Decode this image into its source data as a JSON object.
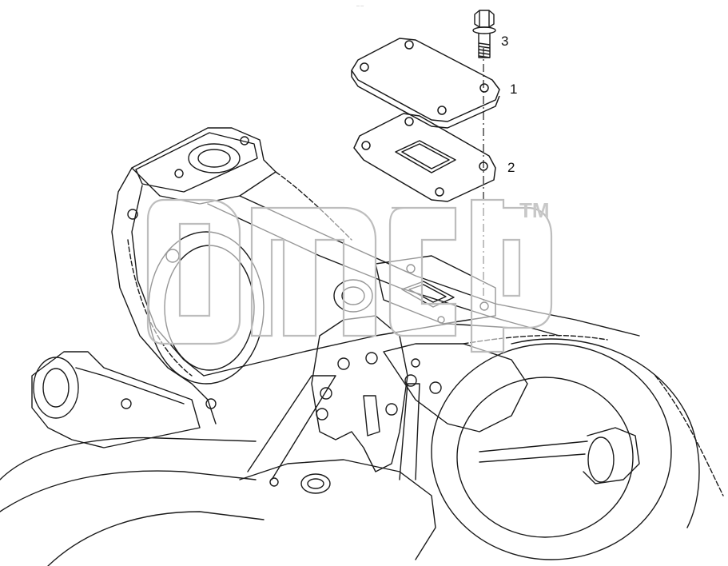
{
  "header": {
    "tiny_mark": "— —"
  },
  "callouts": {
    "item_1": "1",
    "item_2": "2",
    "item_3": "3"
  },
  "parts": [
    {
      "number": "1",
      "icon": "cover-plate-icon"
    },
    {
      "number": "2",
      "icon": "gasket-icon"
    },
    {
      "number": "3",
      "icon": "bolt-icon"
    }
  ],
  "watermark": {
    "trademark": "TM",
    "colors": {
      "fill": "#ffffff",
      "outline": "#bdbdbd"
    }
  },
  "colors": {
    "line": "#1a1a1a",
    "background": "#ffffff"
  }
}
